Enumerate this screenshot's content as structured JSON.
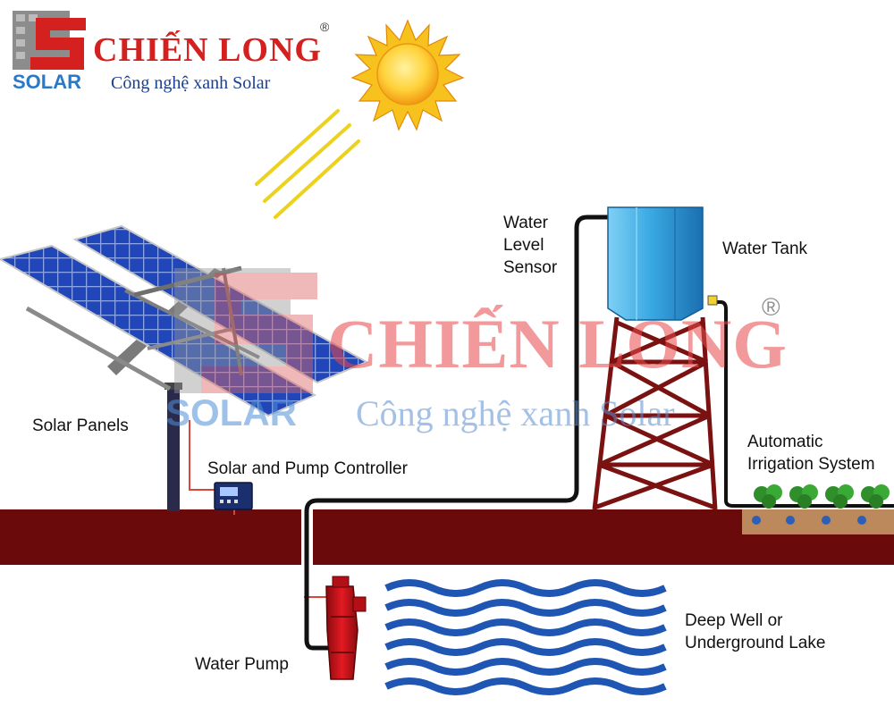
{
  "brand": {
    "name": "CHIẾN LONG",
    "slogan": "Công nghệ xanh Solar",
    "logo_word": "SOLAR",
    "registered": "®",
    "colors": {
      "red": "#d4201f",
      "blue": "#2a78c6",
      "navy": "#1b3f8f"
    }
  },
  "watermark": {
    "name": "CHIẾN LONG",
    "slogan": "Công nghệ xanh Solar",
    "logo_word": "SOLAR",
    "registered": "®"
  },
  "labels": {
    "solar_panels": "Solar Panels",
    "controller": "Solar and Pump Controller",
    "water_level_sensor": [
      "Water",
      "Level",
      "Sensor"
    ],
    "water_tank": "Water Tank",
    "irrigation": [
      "Automatic",
      "Irrigation System"
    ],
    "water_pump": "Water Pump",
    "deep_well": [
      "Deep Well or",
      "Underground Lake"
    ]
  },
  "colors": {
    "ground": "#6b0a0a",
    "water": "#1f56b3",
    "tank": "#2e9ad8",
    "panel": "#2146b8",
    "pump": "#d6141b",
    "tower": "#7a1212",
    "sun": "#f5b81c",
    "wire": "#d8473a"
  }
}
